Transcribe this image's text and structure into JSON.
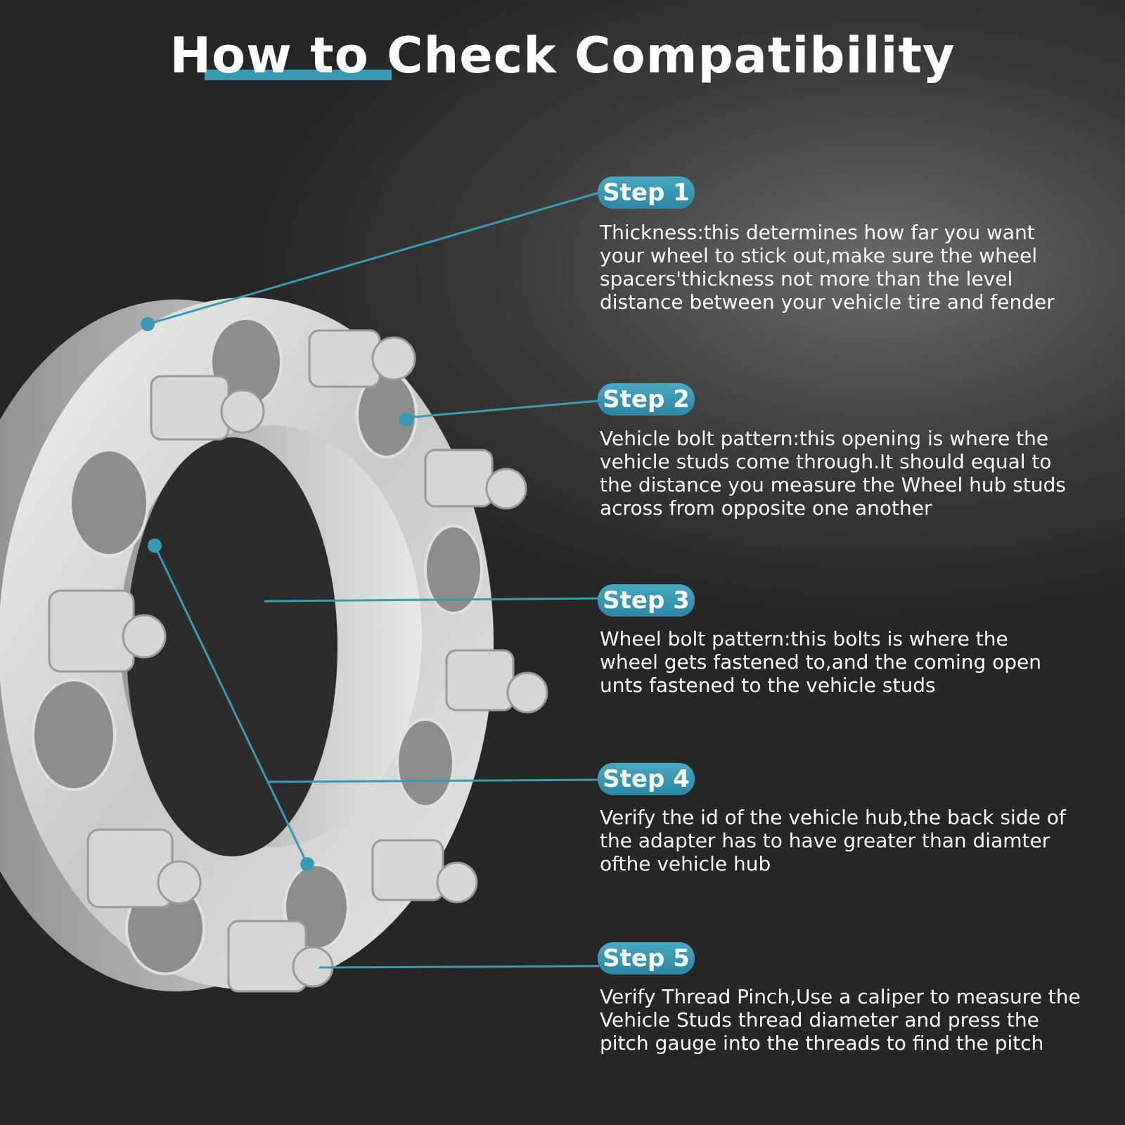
{
  "title": "How to Check Compatibility",
  "accent_color": "#3a9ab5",
  "steps": [
    {
      "label": "Step 1",
      "text": "Thickness:this determines how far you want\nyour wheel to stick out,make sure the wheel\nspacers'thickness not more than the level\ndistance between your vehicle tire and fender"
    },
    {
      "label": "Step 2",
      "text": "Vehicle bolt pattern:this opening is where the\nvehicle studs come through.It should equal to\nthe distance you measure the Wheel hub studs\nacross from opposite one another"
    },
    {
      "label": "Step 3",
      "text": "Wheel bolt pattern:this bolts is where the\nwheel gets fastened to,and the coming open\nunts fastened to the vehicle studs"
    },
    {
      "label": "Step 4",
      "text": "Verify the id of the vehicle hub,the back side of\nthe adapter has to have greater than diamter\nofthe vehicle hub"
    },
    {
      "label": "Step 5",
      "text": "Verify Thread Pinch,Use a caliper to measure the\nVehicle Studs thread diameter and press the\npitch gauge into the threads to find the pitch"
    }
  ]
}
